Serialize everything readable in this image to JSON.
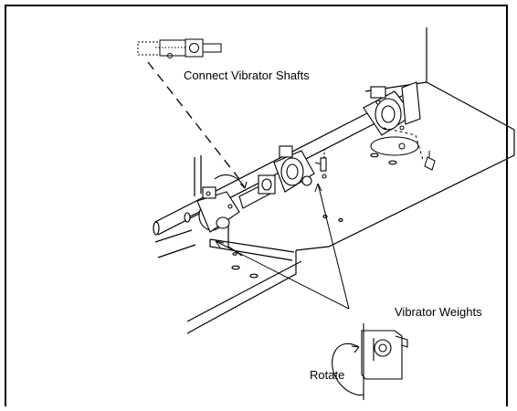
{
  "labels": {
    "connect": "Connect Vibrator Shafts",
    "weights": "Vibrator Weights",
    "rotate": "Rotate"
  }
}
